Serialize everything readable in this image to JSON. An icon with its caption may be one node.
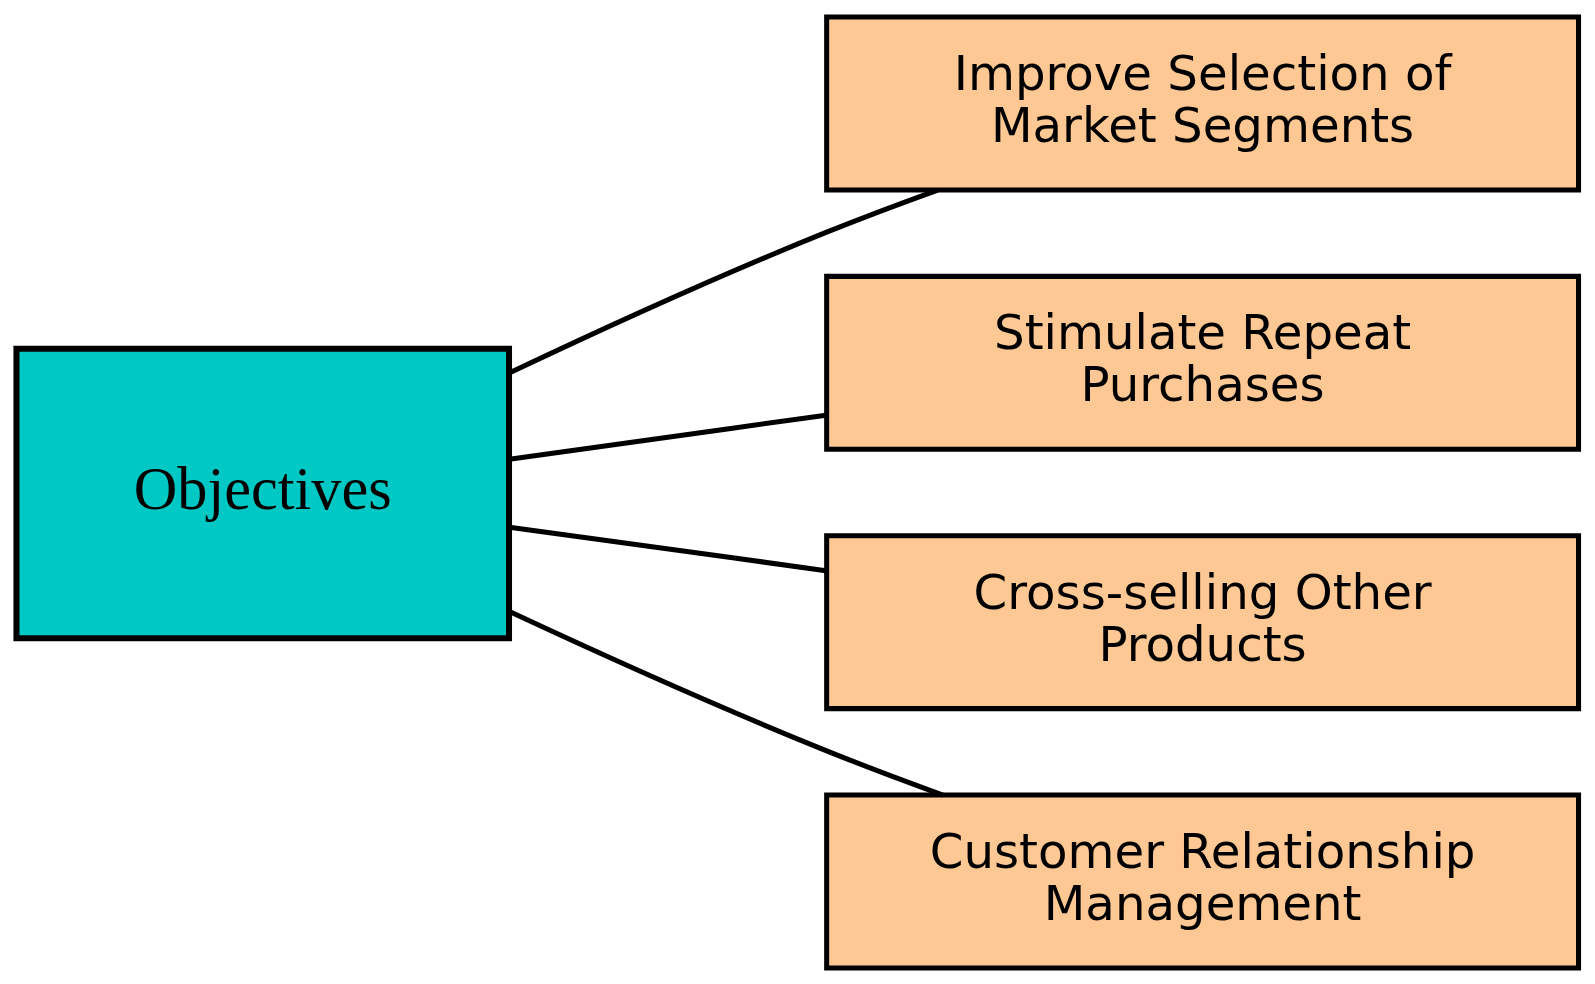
{
  "diagram": {
    "nodes": [
      {
        "text": [
          "Objectives"
        ]
      },
      {
        "text": [
          "Improve Selection of Market Segments"
        ]
      },
      {
        "text": [
          "Stimulate Repeat Purchases"
        ]
      },
      {
        "text": [
          "Cross-selling Other Products"
        ]
      },
      {
        "text": [
          "Customer Relationship Management"
        ]
      }
    ],
    "edges": [
      {
        "from": 0,
        "to": 1,
        "arrow": "none"
      },
      {
        "from": 0,
        "to": 2,
        "arrow": "none"
      },
      {
        "from": 0,
        "to": 3,
        "arrow": "none"
      },
      {
        "from": 0,
        "to": 4,
        "arrow": "none"
      }
    ]
  }
}
